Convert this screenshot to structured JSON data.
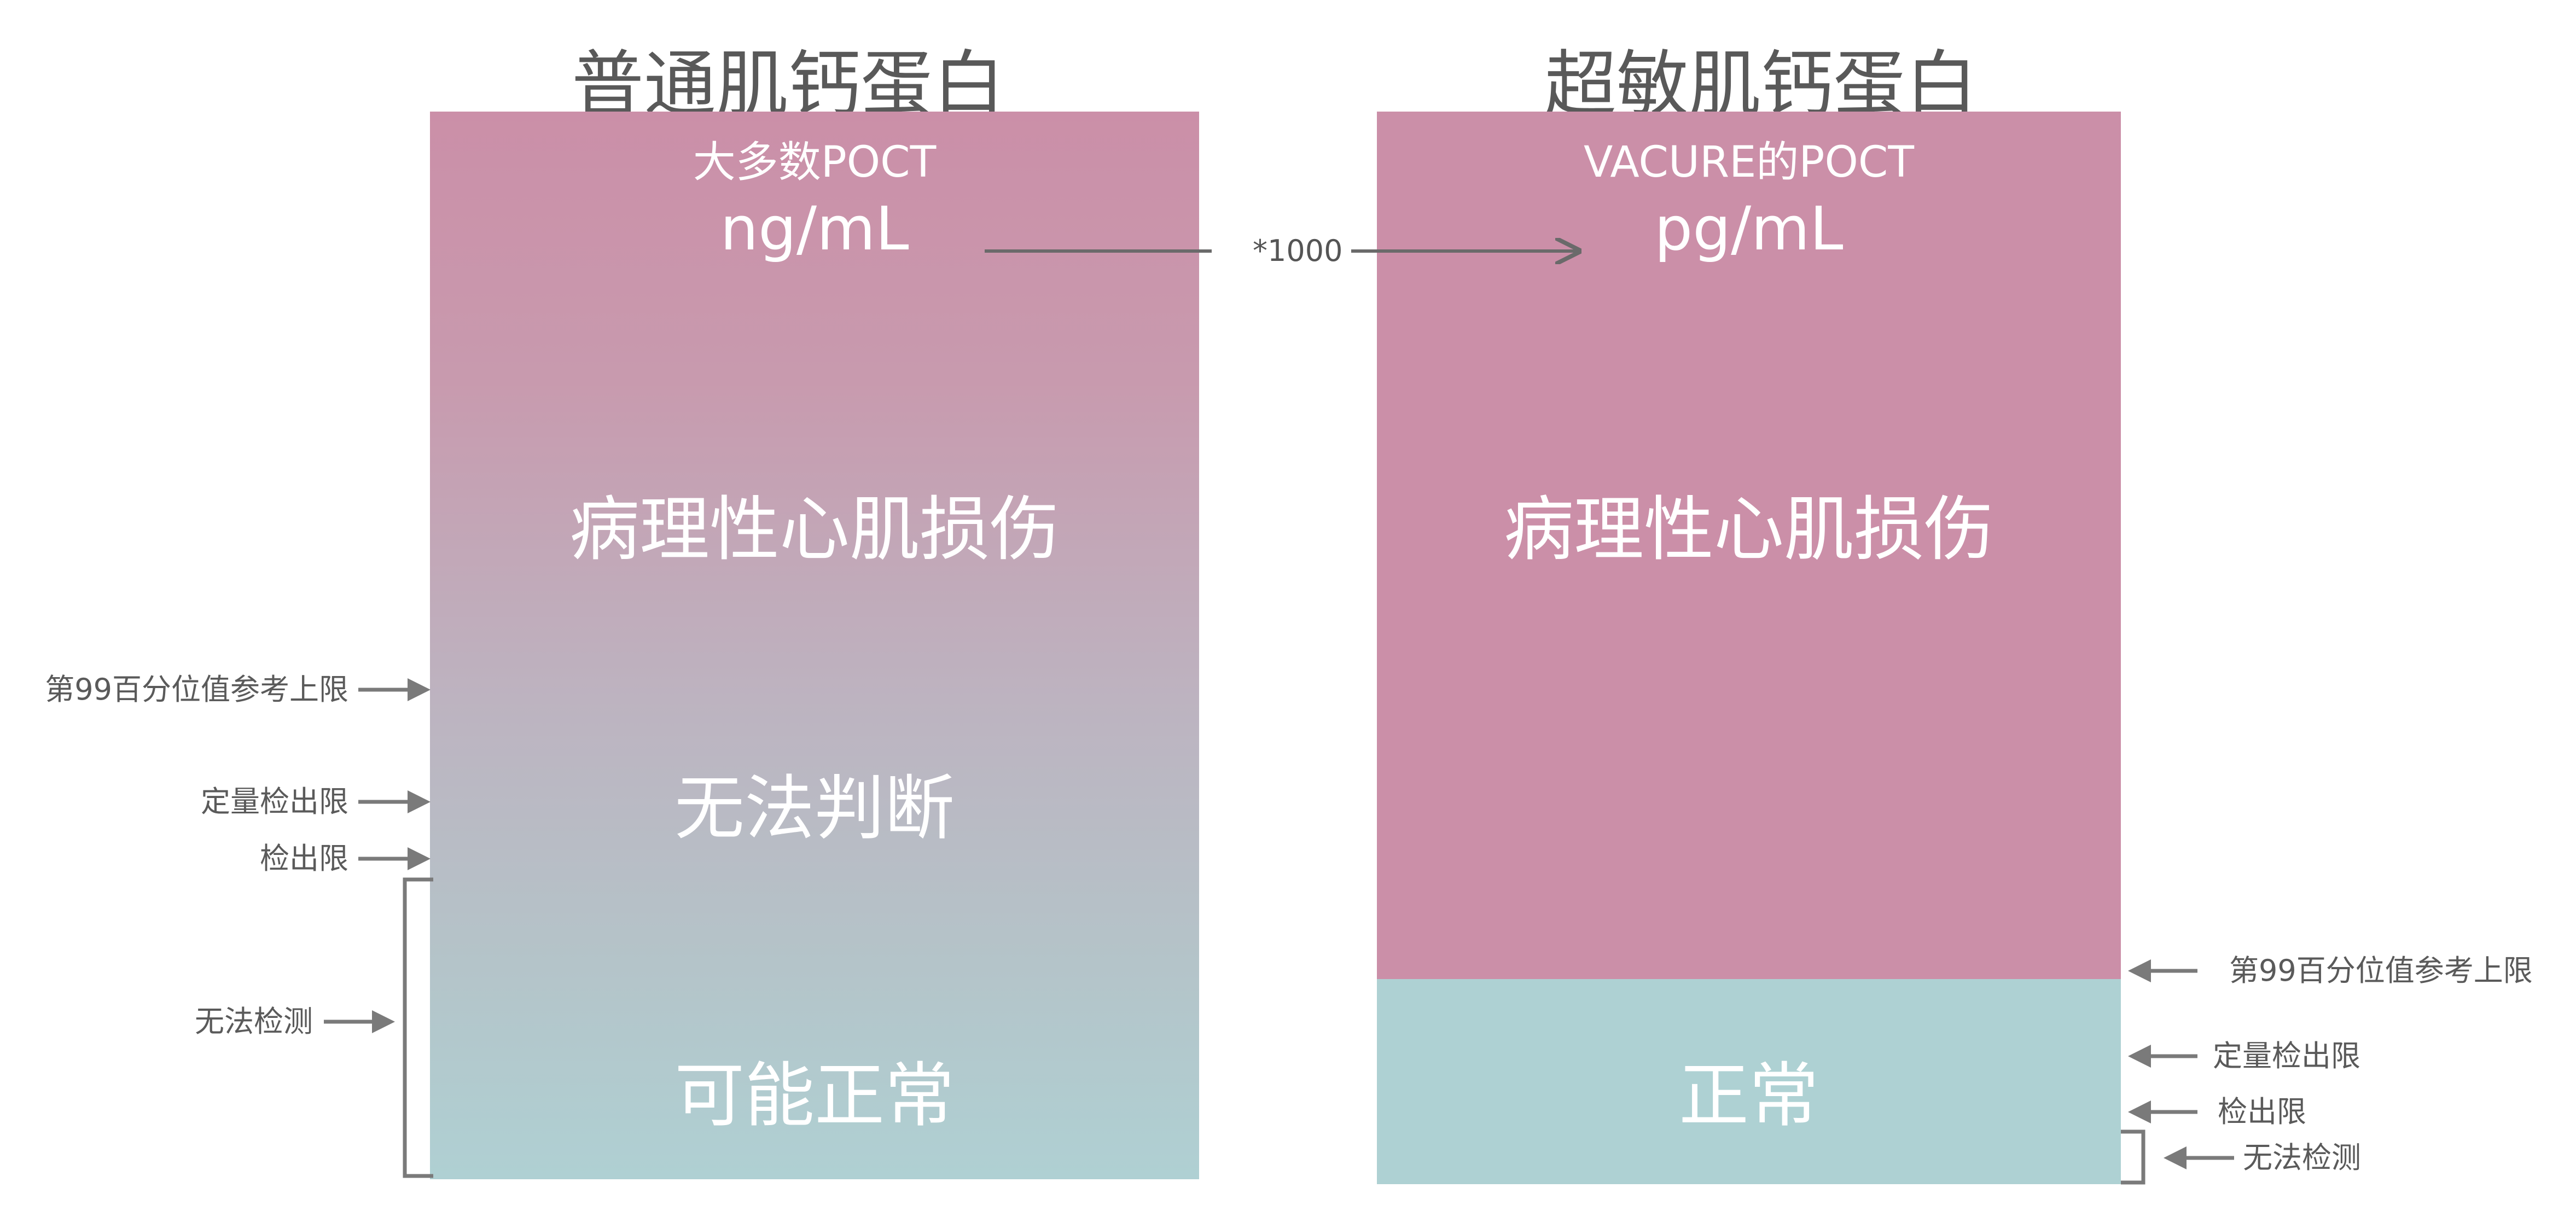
{
  "left_panel": {
    "title": "普通肌钙蛋白",
    "subtitle": "大多数POCT",
    "unit": "ng/mL",
    "regions": [
      "病理性心肌损伤",
      "无法判断",
      "可能正常"
    ],
    "colors": {
      "top": "#cb8fa8",
      "middle": "#bcb3c0",
      "bottom": "#afd0d3"
    },
    "annotations": [
      "第99百分位值参考上限",
      "定量检出限",
      "检出限",
      "无法检测"
    ]
  },
  "right_panel": {
    "title": "超敏肌钙蛋白",
    "subtitle": "VACURE的POCT",
    "unit": "pg/mL",
    "regions": [
      "病理性心肌损伤",
      "正常"
    ],
    "colors": {
      "top": "#cb8fa8",
      "bottom": "#aed1d3"
    },
    "annotations": [
      "第99百分位值参考上限",
      "定量检出限",
      "检出限",
      "无法检测"
    ]
  },
  "conversion": {
    "label": "*1000"
  },
  "line_color": "#7a7a7a"
}
